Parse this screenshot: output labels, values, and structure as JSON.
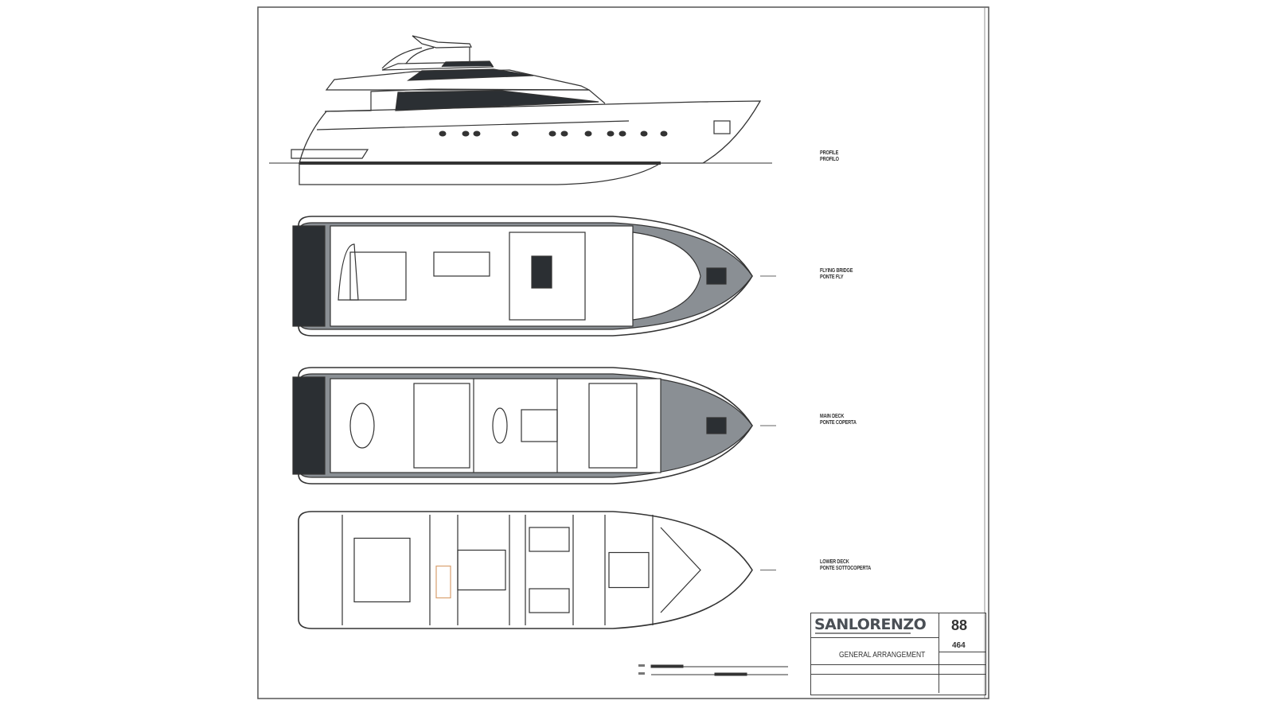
{
  "views": [
    {
      "label_en": "PROFILE",
      "label_it": "PROFILO"
    },
    {
      "label_en": "FLYING BRIDGE",
      "label_it": "PONTE FLY"
    },
    {
      "label_en": "MAIN DECK",
      "label_it": "PONTE COPERTA"
    },
    {
      "label_en": "LOWER DECK",
      "label_it": "PONTE SOTTOCOPERTA"
    }
  ],
  "title_block": {
    "brand": "SANLORENZO",
    "model": "88",
    "hull_number": "464",
    "drawing_title": "GENERAL ARRANGEMENT"
  },
  "colors": {
    "line": "#333333",
    "fill_dark": "#2b2f33",
    "deck": "#8a8f94",
    "accent": "#d9a070"
  }
}
